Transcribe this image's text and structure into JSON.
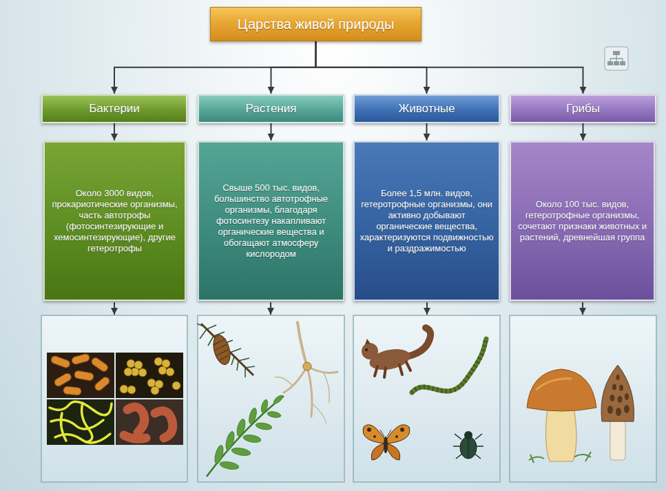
{
  "diagram": {
    "nodes": [
      {
        "text": [
          "Царства живой природы"
        ]
      },
      {
        "text": [
          "Бактерии"
        ]
      },
      {
        "text": [
          "Растения"
        ]
      },
      {
        "text": [
          "Животные"
        ]
      },
      {
        "text": [
          "Грибы"
        ]
      },
      {
        "text": [
          "Около 3000 видов, прокариотические организмы, часть автотрофы (фотосинтезирующие и хемосинтезирующие), другие гетеротрофы"
        ]
      },
      {
        "text": [
          "Свыше 500 тыс. видов, большинство автотрофные организмы, благодаря фотосинтезу накапливают органические вещества и обогащают атмосферу кислородом"
        ]
      },
      {
        "text": [
          "Более 1,5 млн. видов, гетеротрофные организмы, они активно добывают органические вещества, характеризуются подвижностью и раздражимостью"
        ]
      },
      {
        "text": [
          "Около 100 тыс. видов, гетеротрофные организмы, сочетают признаки животных и растений, древнейшая группа"
        ]
      }
    ],
    "edges": [
      {
        "from": 0,
        "to": 1,
        "arrow": "to"
      },
      {
        "from": 0,
        "to": 2,
        "arrow": "to"
      },
      {
        "from": 0,
        "to": 3,
        "arrow": "to"
      },
      {
        "from": 0,
        "to": 4,
        "arrow": "to"
      },
      {
        "from": 1,
        "to": 5,
        "arrow": "to"
      },
      {
        "from": 2,
        "to": 6,
        "arrow": "to"
      },
      {
        "from": 3,
        "to": 7,
        "arrow": "to"
      },
      {
        "from": 4,
        "to": 8,
        "arrow": "to"
      }
    ]
  }
}
